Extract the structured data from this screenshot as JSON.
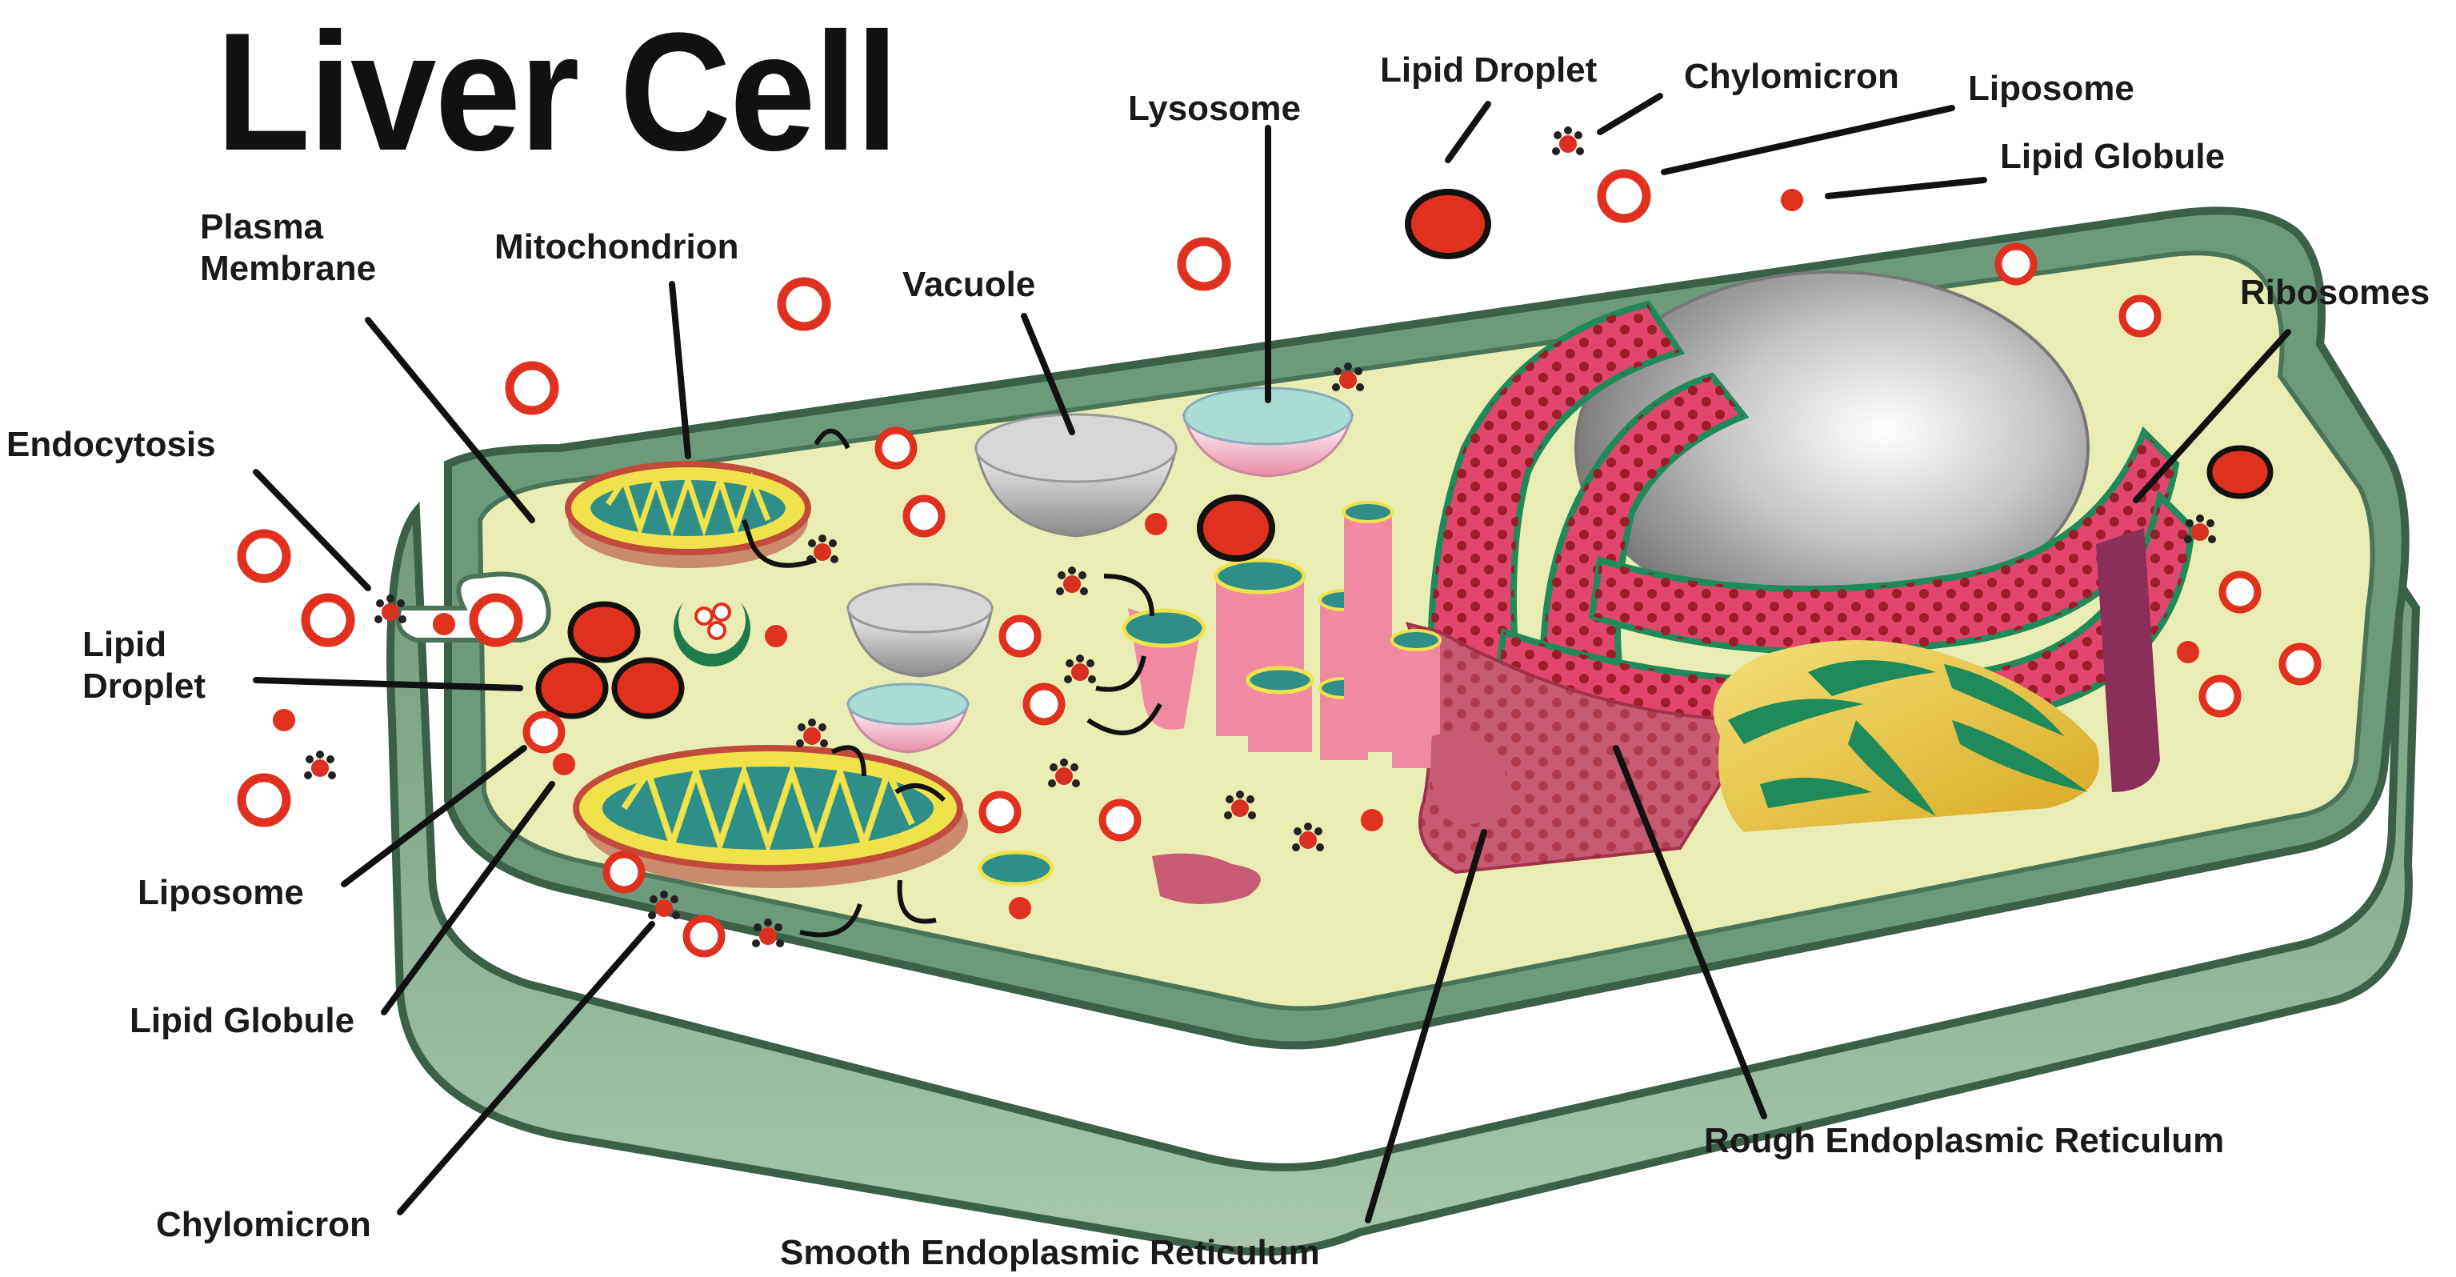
{
  "title": "Liver Cell",
  "labels": {
    "lipid_droplet_top": "Lipid Droplet",
    "chylomicron_top": "Chylomicron",
    "liposome_top": "Liposome",
    "lipid_globule_top": "Lipid Globule",
    "lysosome": "Lysosome",
    "plasma_membrane_1": "Plasma",
    "plasma_membrane_2": "Membrane",
    "mitochondrion": "Mitochondrion",
    "vacuole": "Vacuole",
    "ribosomes": "Ribosomes",
    "endocytosis": "Endocytosis",
    "lipid_droplet_left_1": "Lipid",
    "lipid_droplet_left_2": "Droplet",
    "liposome_left": "Liposome",
    "lipid_globule_left": "Lipid Globule",
    "chylomicron_left": "Chylomicron",
    "smooth_er": "Smooth Endoplasmic Reticulum",
    "rough_er": "Rough Endoplasmic Reticulum"
  },
  "colors": {
    "cell_wall": "#5e8a6c",
    "cytoplasm": "#e9edb4",
    "lipid_red": "#e0301e",
    "rough_er": "#e0466e",
    "nucleus": "#b8b8b8",
    "golgi": "#1f8a5a",
    "mito_outer": "#c24a3a",
    "mito_inner": "#2f8f88"
  }
}
